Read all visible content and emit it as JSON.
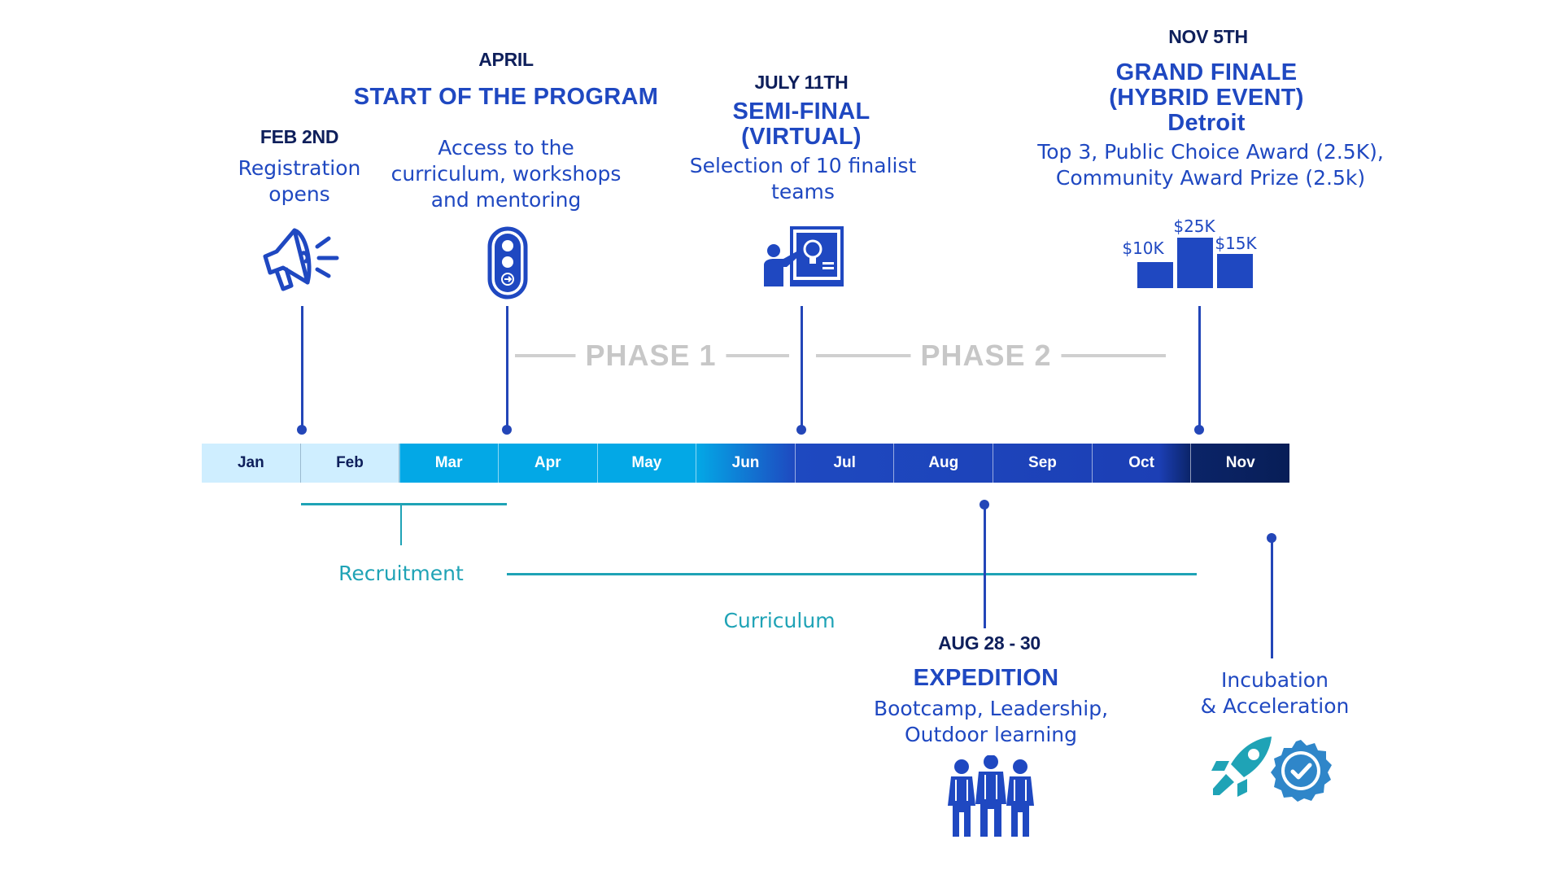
{
  "months": [
    "Jan",
    "Feb",
    "Mar",
    "Apr",
    "May",
    "Jun",
    "Jul",
    "Aug",
    "Sep",
    "Oct",
    "Nov"
  ],
  "phases": {
    "phase1": "PHASE 1",
    "phase2": "PHASE 2"
  },
  "events": {
    "registration": {
      "date": "FEB 2ND",
      "desc_line1": "Registration",
      "desc_line2": "opens",
      "icon": "megaphone-icon"
    },
    "start": {
      "date": "APRIL",
      "title": "START OF THE PROGRAM",
      "desc_line1": "Access to the",
      "desc_line2": "curriculum, workshops",
      "desc_line3": "and mentoring",
      "icon": "traffic-light-icon"
    },
    "semifinal": {
      "date": "JULY 11TH",
      "title_line1": "SEMI-FINAL",
      "title_line2": "(VIRTUAL)",
      "desc_line1": "Selection of 10 finalist",
      "desc_line2": "teams",
      "icon": "presentation-icon"
    },
    "finale": {
      "date": "NOV 5TH",
      "title_line1": "GRAND FINALE",
      "title_line2": "(HYBRID EVENT)",
      "title_line3": "Detroit",
      "desc_line1": "Top 3, Public Choice Award (2.5K),",
      "desc_line2": "Community Award Prize (2.5k)",
      "icon": "podium-icon",
      "prizes": {
        "left": "$10K",
        "middle": "$25K",
        "right": "$15K"
      }
    },
    "expedition": {
      "date": "AUG 28 - 30",
      "title": "EXPEDITION",
      "desc_line1": "Bootcamp, Leadership,",
      "desc_line2": "Outdoor learning",
      "icon": "group-hikers-icon"
    },
    "incubation": {
      "desc_line1": "Incubation",
      "desc_line2": "& Acceleration",
      "icons": [
        "rocket-icon",
        "verified-badge-icon"
      ]
    }
  },
  "periods": {
    "recruitment": "Recruitment",
    "curriculum": "Curriculum"
  },
  "colors": {
    "primary": "#1f48c1",
    "navy": "#0e1f5b",
    "teal": "#1fa3b6",
    "phase_gray": "#c7c7c7"
  }
}
